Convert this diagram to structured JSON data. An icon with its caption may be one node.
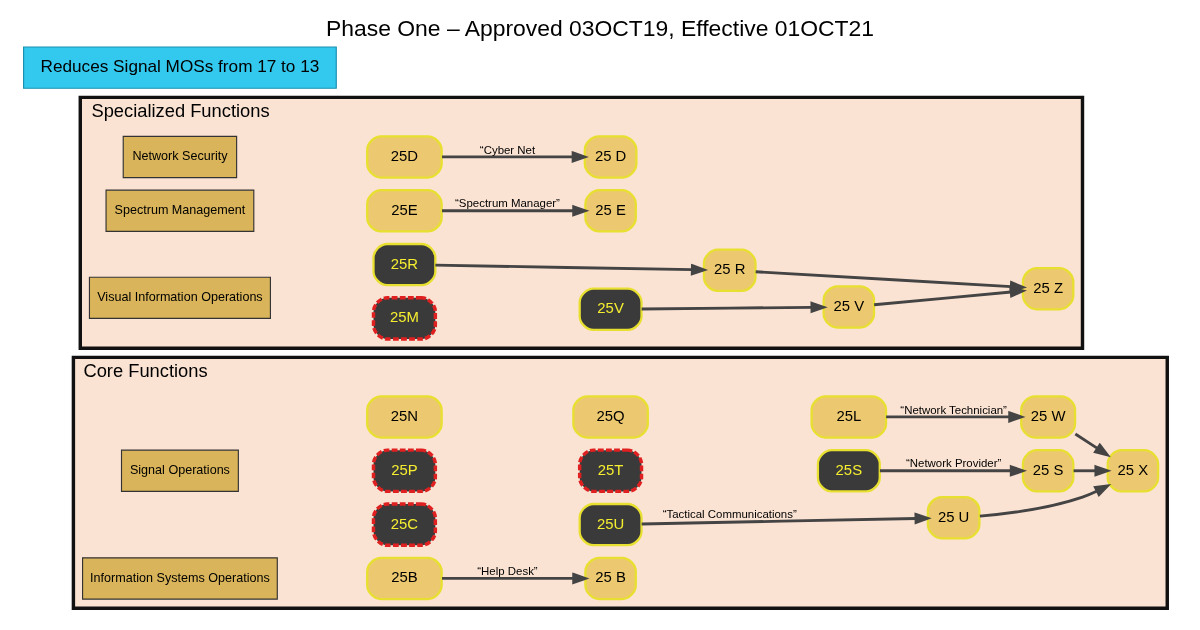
{
  "diagram": {
    "title": "Phase One – Approved 03OCT19, Effective 01OCT21",
    "nodes": [
      {
        "text": [
          "Core Functions"
        ]
      },
      {
        "text": [
          "Signal Operations"
        ],
        "in": 0
      },
      {
        "text": [
          "25C"
        ],
        "in": 0
      },
      {
        "text": [
          "25U"
        ],
        "in": 0
      },
      {
        "text": [
          "25P"
        ],
        "in": 0
      },
      {
        "text": [
          "25T"
        ],
        "in": 0
      },
      {
        "text": [
          "25S"
        ],
        "in": 0
      },
      {
        "text": [
          "25N"
        ],
        "in": 0
      },
      {
        "text": [
          "25Q"
        ],
        "in": 0
      },
      {
        "text": [
          "25L"
        ],
        "in": 0
      },
      {
        "text": [
          "Information Systems Operations"
        ],
        "in": 0
      },
      {
        "text": [
          "25B"
        ],
        "in": 0
      },
      {
        "text": [
          "25 U"
        ],
        "in": 0
      },
      {
        "text": [
          "25 S"
        ],
        "in": 0
      },
      {
        "text": [
          "25 W"
        ],
        "in": 0
      },
      {
        "text": [
          "25 X"
        ],
        "in": 0
      },
      {
        "text": [
          "25 B"
        ],
        "in": 0
      },
      {
        "text": [
          "Specialized Functions"
        ]
      },
      {
        "text": [
          "Network Security"
        ],
        "in": 17
      },
      {
        "text": [
          "25D"
        ],
        "in": 17
      },
      {
        "text": [
          "Spectrum Management"
        ],
        "in": 17
      },
      {
        "text": [
          "25E"
        ],
        "in": 17
      },
      {
        "text": [
          "Visual Information Operations"
        ],
        "in": 17
      },
      {
        "text": [
          "25M"
        ],
        "in": 17
      },
      {
        "text": [
          "25V"
        ],
        "in": 17
      },
      {
        "text": [
          "25R"
        ],
        "in": 17
      },
      {
        "text": [
          "25 D"
        ],
        "in": 17
      },
      {
        "text": [
          "25 E"
        ],
        "in": 17
      },
      {
        "text": [
          "25 V"
        ],
        "in": 17
      },
      {
        "text": [
          "25 R"
        ],
        "in": 17
      },
      {
        "text": [
          "25 Z"
        ],
        "in": 17
      },
      {
        "text": [
          "Reduces Signal MOSs from 17 to 13"
        ]
      }
    ],
    "edges": [
      {
        "from": 3,
        "to": 12,
        "arrow": "to",
        "label": "“Tactical Communications”"
      },
      {
        "from": 6,
        "to": 13,
        "arrow": "to",
        "label": "“Network Provider”"
      },
      {
        "from": 9,
        "to": 14,
        "arrow": "to",
        "label": "“Network Technician”"
      },
      {
        "from": 12,
        "to": 15,
        "arrow": "to"
      },
      {
        "from": 13,
        "to": 15,
        "arrow": "to"
      },
      {
        "from": 14,
        "to": 15,
        "arrow": "to"
      },
      {
        "from": 11,
        "to": 16,
        "arrow": "to",
        "label": "“Help Desk”"
      },
      {
        "from": 19,
        "to": 26,
        "arrow": "to",
        "label": "“Cyber Net"
      },
      {
        "from": 21,
        "to": 27,
        "arrow": "to",
        "label": "“Spectrum Manager”"
      },
      {
        "from": 24,
        "to": 28,
        "arrow": "to"
      },
      {
        "from": 25,
        "to": 29,
        "arrow": "to"
      },
      {
        "from": 28,
        "to": 30,
        "arrow": "to"
      },
      {
        "from": 29,
        "to": 30,
        "arrow": "to"
      }
    ]
  }
}
